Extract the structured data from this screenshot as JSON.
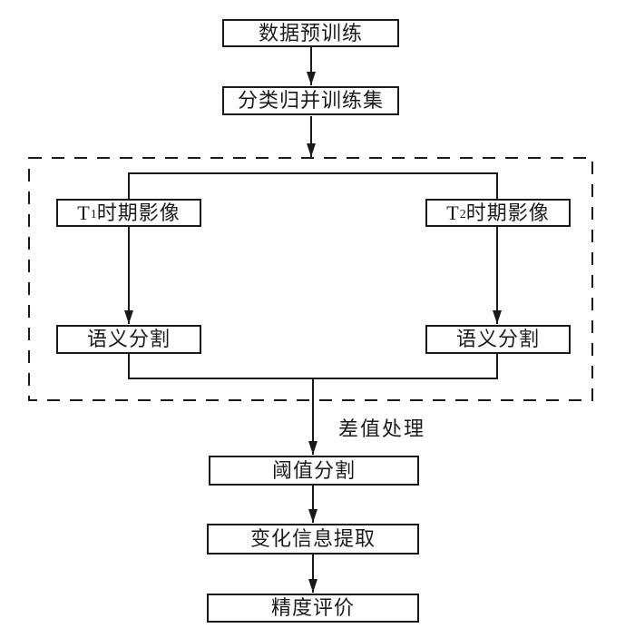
{
  "diagram": {
    "type": "flowchart",
    "colors": {
      "line": "#1a1a1a",
      "background": "#ffffff"
    },
    "nodes": {
      "pretrain": "数据预训练",
      "merge": "分类归并训练集",
      "t1": {
        "prefix": "T",
        "sub": "1",
        "suffix": "时期影像"
      },
      "t2": {
        "prefix": "T",
        "sub": "2",
        "suffix": "时期影像"
      },
      "semseg_left": "语义分割",
      "semseg_right": "语义分割",
      "threshold": "阈值分割",
      "change": "变化信息提取",
      "accuracy": "精度评价"
    },
    "edge_labels": {
      "difference": "差值处理"
    }
  }
}
